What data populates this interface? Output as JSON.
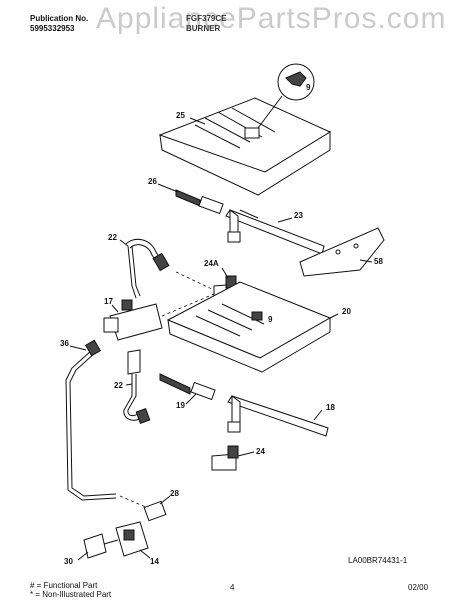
{
  "header": {
    "publication_label": "Publication No.",
    "publication_number": "5995332953",
    "model": "FGF379CE",
    "section": "BURNER",
    "watermark": "AppliancePartsPros.com"
  },
  "diagram_code": "LA00BR74431-1",
  "footer": {
    "legend_functional": "# = Functional Part",
    "legend_non_illustrated": "* = Non-Illustrated Part",
    "page_number": "4",
    "date": "02/00"
  },
  "callouts": {
    "c9a": "9",
    "c25": "25",
    "c26": "26",
    "c23": "23",
    "c22a": "22",
    "c24a": "24A",
    "c58": "58",
    "c17": "17",
    "c9b": "9",
    "c20": "20",
    "c36": "36",
    "c22b": "22",
    "c19": "19",
    "c18": "18",
    "c24": "24",
    "c28": "28",
    "c30": "30",
    "c14": "14"
  }
}
